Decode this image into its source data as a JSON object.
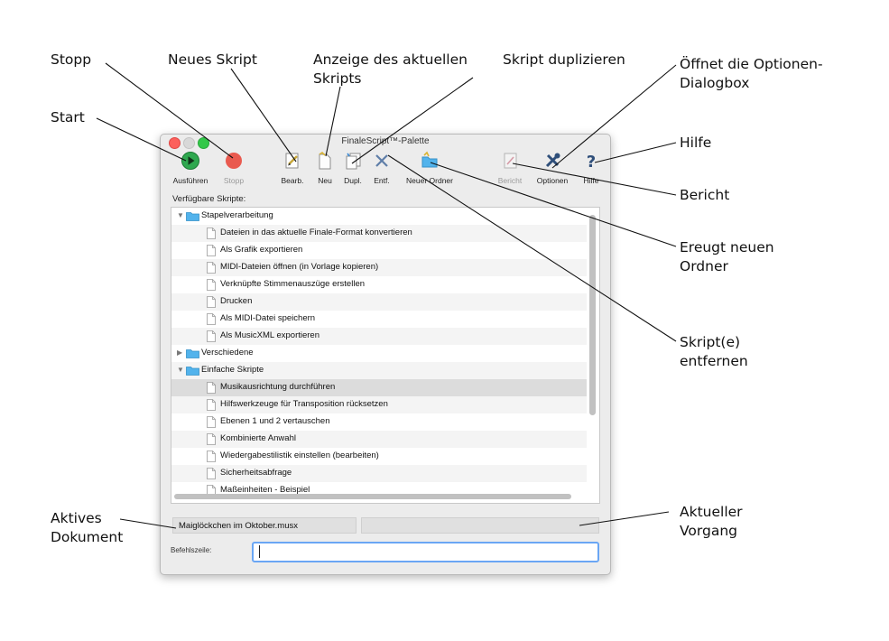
{
  "window": {
    "title": "FinaleScript™-Palette"
  },
  "toolbar": {
    "run_label": "Ausführen",
    "stop_label": "Stopp",
    "edit_label": "Bearb.",
    "new_label": "Neu",
    "dupl_label": "Dupl.",
    "delete_label": "Entf.",
    "new_folder_label": "Neuer Ordner",
    "report_label": "Bericht",
    "options_label": "Optionen",
    "help_label": "Hilfe"
  },
  "scripts_label": "Verfügbare Skripte:",
  "tree": [
    {
      "kind": "folder",
      "expanded": true,
      "label": "Stapelverarbeitung"
    },
    {
      "kind": "script",
      "label": "Dateien in das aktuelle Finale-Format konvertieren"
    },
    {
      "kind": "script",
      "label": "Als Grafik exportieren"
    },
    {
      "kind": "script",
      "label": "MIDI-Dateien öffnen (in Vorlage kopieren)"
    },
    {
      "kind": "script",
      "label": "Verknüpfte Stimmenauszüge erstellen"
    },
    {
      "kind": "script",
      "label": "Drucken"
    },
    {
      "kind": "script",
      "label": "Als MIDI-Datei speichern"
    },
    {
      "kind": "script",
      "label": "Als MusicXML exportieren"
    },
    {
      "kind": "folder",
      "expanded": false,
      "label": "Verschiedene"
    },
    {
      "kind": "folder",
      "expanded": true,
      "label": "Einfache Skripte"
    },
    {
      "kind": "script",
      "label": "Musikausrichtung durchführen",
      "selected": true
    },
    {
      "kind": "script",
      "label": "Hilfswerkzeuge für Transposition rücksetzen"
    },
    {
      "kind": "script",
      "label": "Ebenen 1 und 2 vertauschen"
    },
    {
      "kind": "script",
      "label": "Kombinierte Anwahl"
    },
    {
      "kind": "script",
      "label": "Wiedergabestilistik einstellen (bearbeiten)"
    },
    {
      "kind": "script",
      "label": "Sicherheitsabfrage"
    },
    {
      "kind": "script",
      "label": "Maßeinheiten - Beispiel"
    }
  ],
  "active_document": "Maiglöckchen im Oktober.musx",
  "command_line_label": "Befehlszeile:",
  "command_line_value": "",
  "callouts": {
    "stop": "Stopp",
    "new_script": "Neues Skript",
    "current_script_l1": "Anzeige des aktuellen",
    "current_script_l2": "Skripts",
    "duplicate": "Skript duplizieren",
    "options_l1": "Öffnet die Optionen-",
    "options_l2": "Dialogbox",
    "start": "Start",
    "help": "Hilfe",
    "report": "Bericht",
    "new_folder_l1": "Ereugt neuen",
    "new_folder_l2": "Ordner",
    "delete_l1": "Skript(e)",
    "delete_l2": "entfernen",
    "active_doc_l1": "Aktives",
    "active_doc_l2": "Dokument",
    "current_process_l1": "Aktueller",
    "current_process_l2": "Vorgang"
  },
  "colors": {
    "run": "#2fa84f",
    "stop": "#e95a4f",
    "folder": "#52b3ec",
    "focus": "#6aa6f4",
    "selection": "#dcdcdc"
  }
}
